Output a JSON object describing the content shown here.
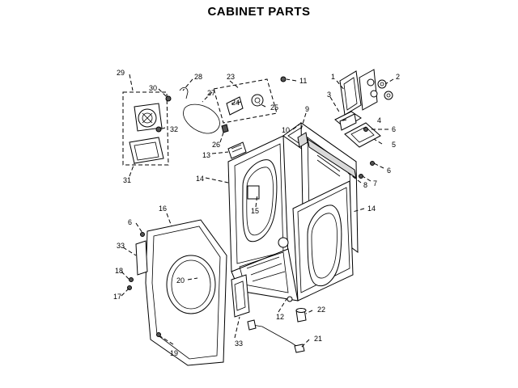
{
  "title": "CABINET PARTS",
  "callouts": {
    "c1": "1",
    "c2": "2",
    "c3": "3",
    "c4": "4",
    "c5": "5",
    "c6a": "6",
    "c6b": "6",
    "c6c": "6",
    "c7": "7",
    "c8": "8",
    "c9": "9",
    "c10": "10",
    "c11": "11",
    "c12": "12",
    "c13": "13",
    "c14a": "14",
    "c14b": "14",
    "c15": "15",
    "c16": "16",
    "c17": "17",
    "c18": "18",
    "c19": "19",
    "c20": "20",
    "c21": "21",
    "c22": "22",
    "c23": "23",
    "c24": "24",
    "c25": "25",
    "c26": "26",
    "c27": "27",
    "c28": "28",
    "c29": "29",
    "c30": "30",
    "c31": "31",
    "c32": "32",
    "c33a": "33",
    "c33b": "33"
  }
}
